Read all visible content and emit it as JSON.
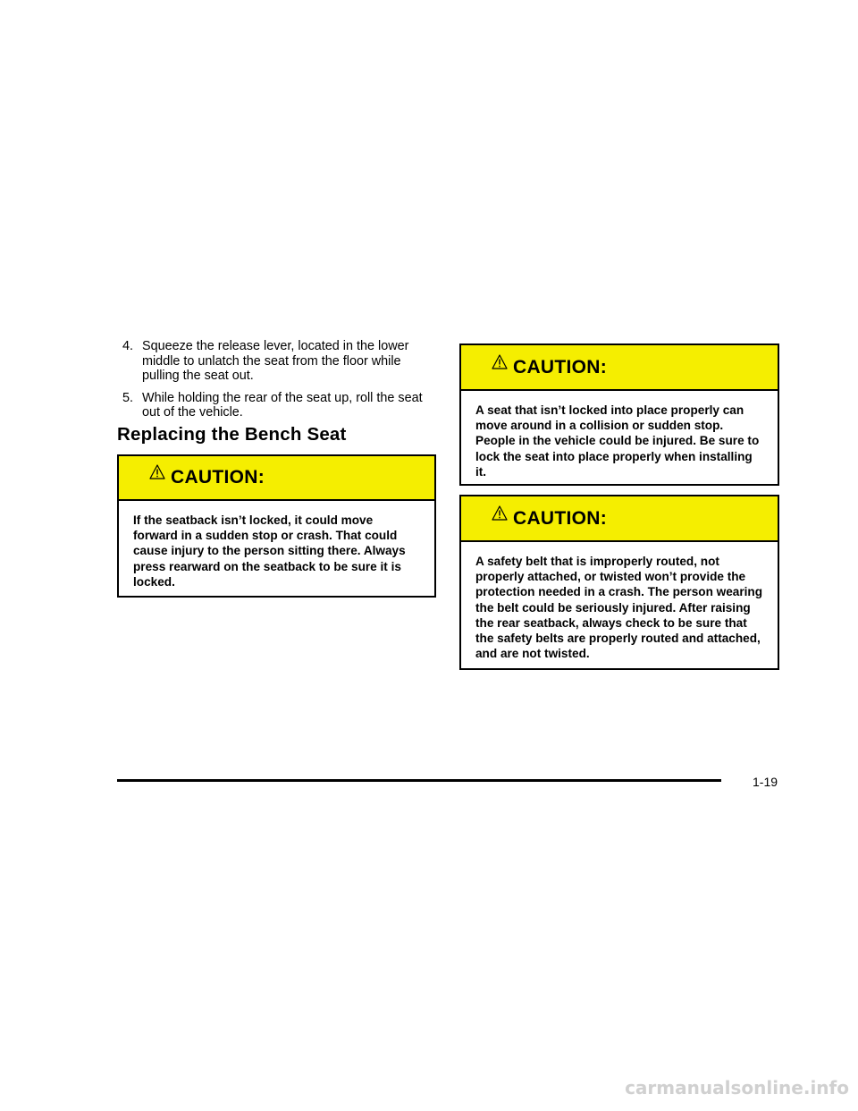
{
  "steps": [
    {
      "num": "4.",
      "text": "Squeeze the release lever, located in the lower middle to unlatch the seat from the floor while pulling the seat out."
    },
    {
      "num": "5.",
      "text": "While holding the rear of the seat up, roll the seat out of the vehicle."
    }
  ],
  "section_title": "Replacing the Bench Seat",
  "cautions": [
    {
      "title": "CAUTION:",
      "icon": "warning-triangle-icon",
      "body": "If the seatback isn’t locked, it could move forward in a sudden stop or crash. That could cause injury to the person sitting there. Always press rearward on the seatback to be sure it is locked."
    },
    {
      "title": "CAUTION:",
      "icon": "warning-triangle-icon",
      "body": "A seat that isn’t locked into place properly can move around in a collision or sudden stop. People in the vehicle could be injured. Be sure to lock the seat into place properly when installing it."
    },
    {
      "title": "CAUTION:",
      "icon": "warning-triangle-icon",
      "body": "A safety belt that is improperly routed, not properly attached, or twisted won’t provide the protection needed in a crash. The person wearing the belt could be seriously injured. After raising the rear seatback, always check to be sure that the safety belts are properly routed and attached, and are not twisted."
    }
  ],
  "page_number": "1-19",
  "watermark": "carmanualsonline.info",
  "colors": {
    "caution_header": "#f5ee00",
    "watermark": "#d0d0d0"
  }
}
